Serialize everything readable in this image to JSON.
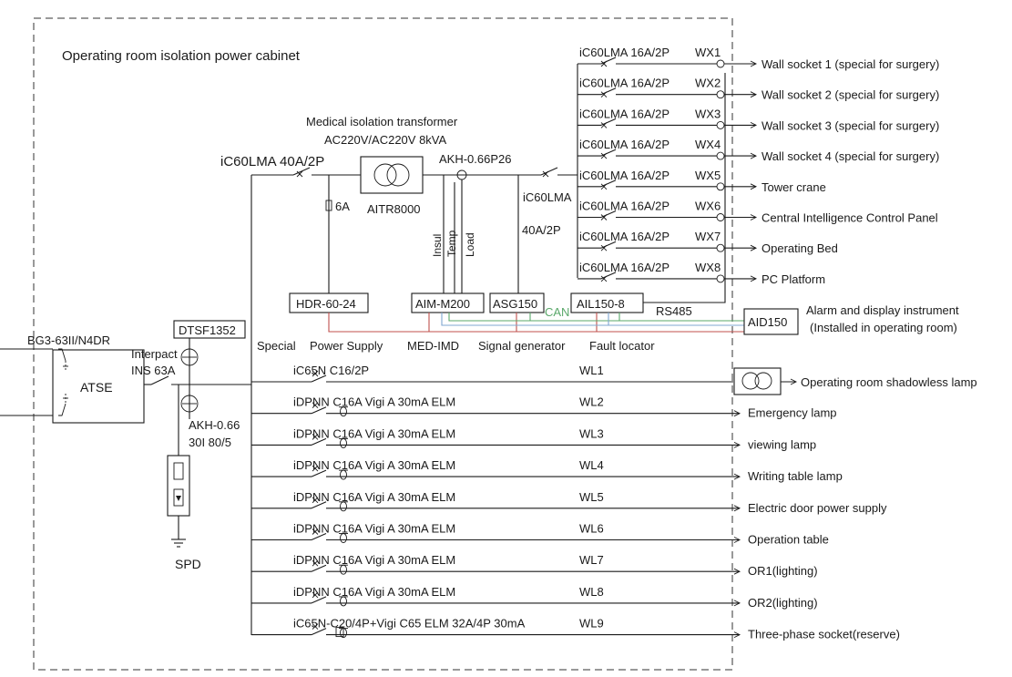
{
  "cabinet_title": "Operating room isolation power cabinet",
  "main_breaker": "iC60LMA 40A/2P",
  "transformer": {
    "title": "Medical isolation transformer",
    "rating": "AC220V/AC220V 8kVA",
    "model": "AITR8000"
  },
  "fuse_label": "6A",
  "akh_top": "AKH-0.66P26",
  "monitor_leads": [
    "Insul",
    "Temp",
    "Load"
  ],
  "branch_breaker": {
    "model": "iC60LMA",
    "rating": "40A/2P"
  },
  "modules": [
    "HDR-60-24",
    "AIM-M200",
    "ASG150",
    "AIL150-8"
  ],
  "can_label": "CAN",
  "rs485_label": "RS485",
  "aid": {
    "model": "AID150",
    "desc1": "Alarm and display instrument",
    "desc2": "(Installed in operating room)"
  },
  "module_captions": {
    "special": "Special",
    "power_supply": "Power Supply",
    "med_imd": "MED-IMD",
    "signal_generator": "Signal generator",
    "fault_locator": "Fault locator"
  },
  "wx_circuits": [
    {
      "breaker": "iC60LMA 16A/2P",
      "id": "WX1",
      "load": "Wall socket 1 (special for surgery)"
    },
    {
      "breaker": "iC60LMA 16A/2P",
      "id": "WX2",
      "load": "Wall socket 2 (special for surgery)"
    },
    {
      "breaker": "iC60LMA 16A/2P",
      "id": "WX3",
      "load": "Wall socket 3 (special for surgery)"
    },
    {
      "breaker": "iC60LMA 16A/2P",
      "id": "WX4",
      "load": "Wall socket 4 (special for surgery)"
    },
    {
      "breaker": "iC60LMA 16A/2P",
      "id": "WX5",
      "load": "Tower crane"
    },
    {
      "breaker": "iC60LMA 16A/2P",
      "id": "WX6",
      "load": "Central Intelligence Control Panel"
    },
    {
      "breaker": "iC60LMA 16A/2P",
      "id": "WX7",
      "load": "Operating Bed"
    },
    {
      "breaker": "iC60LMA 16A/2P",
      "id": "WX8",
      "load": "PC Platform"
    }
  ],
  "incoming": {
    "atse_model": "BG3-63II/N4DR",
    "atse_label": "ATSE",
    "interpact_1": "Interpact",
    "interpact_2": "INS 63A",
    "dtsf": "DTSF1352",
    "akh_1": "AKH-0.66",
    "akh_2": "30I 80/5",
    "spd": "SPD"
  },
  "wl_circuits": [
    {
      "breaker": "iC65N C16/2P",
      "id": "WL1",
      "load": "Operating room shadowless lamp"
    },
    {
      "breaker": "iDPNN C16A Vigi A 30mA ELM",
      "id": "WL2",
      "load": "Emergency lamp"
    },
    {
      "breaker": "iDPNN C16A Vigi A 30mA ELM",
      "id": "WL3",
      "load": "viewing lamp"
    },
    {
      "breaker": "iDPNN C16A Vigi A 30mA ELM",
      "id": "WL4",
      "load": "Writing table lamp"
    },
    {
      "breaker": "iDPNN C16A Vigi A 30mA ELM",
      "id": "WL5",
      "load": "Electric door power supply"
    },
    {
      "breaker": "iDPNN C16A Vigi A 30mA ELM",
      "id": "WL6",
      "load": "Operation table"
    },
    {
      "breaker": "iDPNN C16A Vigi A 30mA ELM",
      "id": "WL7",
      "load": "OR1(lighting)"
    },
    {
      "breaker": "iDPNN C16A Vigi A 30mA ELM",
      "id": "WL8",
      "load": "OR2(lighting)"
    },
    {
      "breaker": "iC65N-C20/4P+Vigi C65 ELM 32A/4P 30mA",
      "id": "WL9",
      "load": "Three-phase socket(reserve)"
    }
  ]
}
